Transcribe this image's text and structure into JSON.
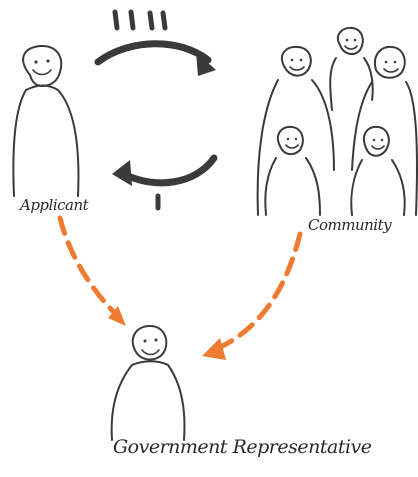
{
  "labels": {
    "applicant": "Applicant",
    "community": "Community",
    "government": "Government Representative"
  },
  "colors": {
    "figure_stroke": "#3a3a3a",
    "dark_arrow": "#3a3a3a",
    "dashed_arrow": "#f07a30",
    "background": "#ffffff"
  },
  "icons": {
    "speech_marks_top": "double-quote-marks",
    "speech_mark_bottom": "single-quote-mark"
  }
}
